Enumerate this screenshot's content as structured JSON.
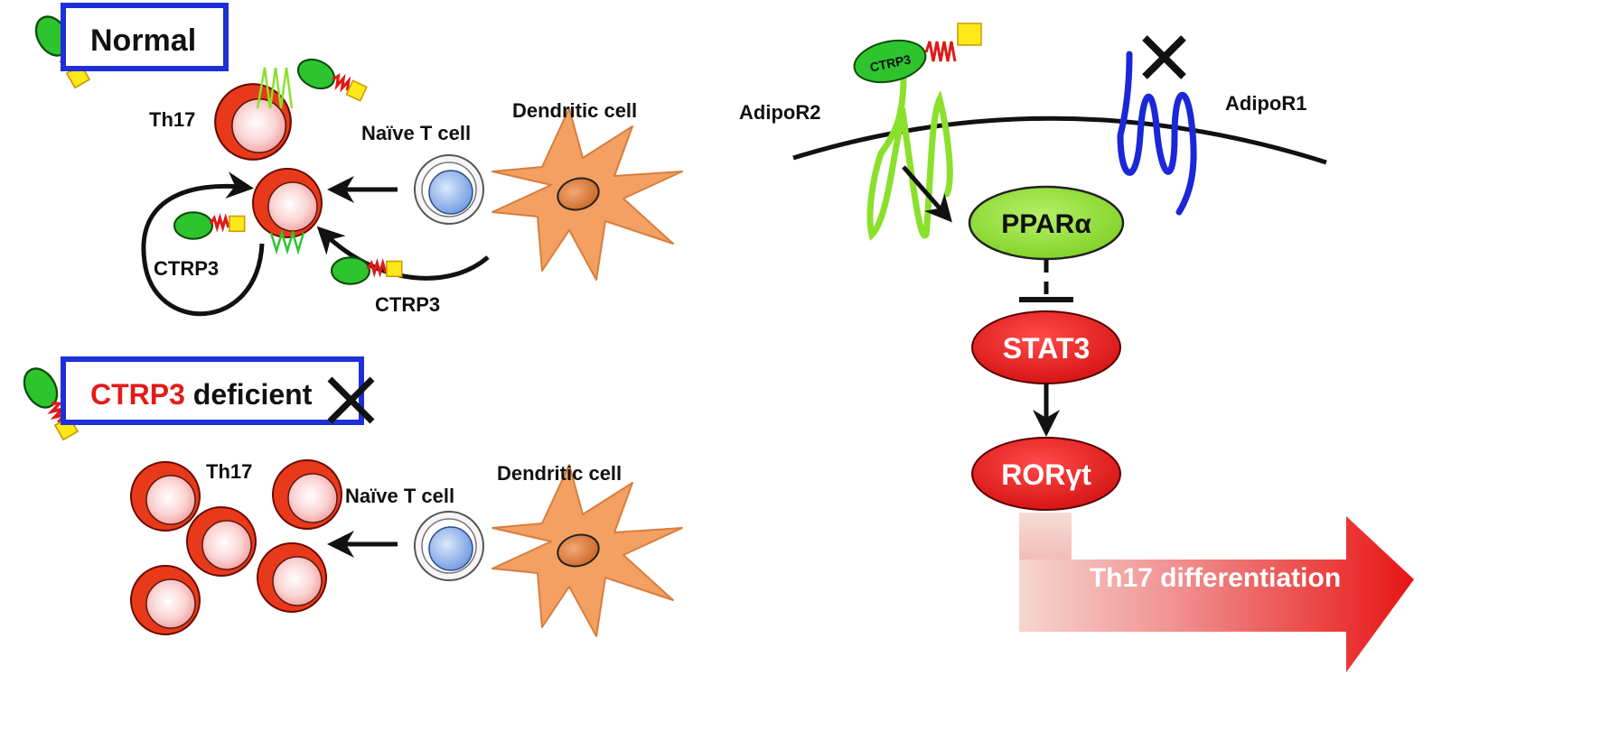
{
  "left_panel": {
    "normal": {
      "title": "Normal",
      "th17_label": "Th17",
      "naive_label": "Naïve T cell",
      "dc_label": "Dendritic cell",
      "ctrp3_loop_label": "CTRP3",
      "ctrp3_label": "CTRP3"
    },
    "deficient": {
      "title_red": "CTRP3",
      "title_black": " deficient",
      "th17_label": "Th17",
      "naive_label": "Naïve T cell",
      "dc_label": "Dendritic cell"
    }
  },
  "right_panel": {
    "ligand_label": "CTRP3",
    "adipor2_label": "AdipoR2",
    "adipor1_label": "AdipoR1",
    "ppar_label": "PPARα",
    "stat3_label": "STAT3",
    "ror_label": "RORγt",
    "outcome_label": "Th17 differentiation"
  },
  "colors": {
    "box_border": "#1f2fd6",
    "th17_outer": "#e8391a",
    "ctrp3_green": "#2ec42e",
    "receptor2_green": "#8be02c",
    "receptor1_blue": "#1a28d8",
    "dendritic_orange": "#f4a062",
    "nucleus_orange": "#d9762e",
    "naive_blue": "#8ab0e6",
    "stat_red": "#e41a1a",
    "ppar_green": "#9ae03a",
    "arrow_gradient_start": "#f4cfc9",
    "arrow_gradient_end": "#e91b1b"
  },
  "icons": [
    "ctrp3-protein-icon",
    "inhibition-x-icon",
    "arrow-icon",
    "inhibition-bar-icon"
  ]
}
